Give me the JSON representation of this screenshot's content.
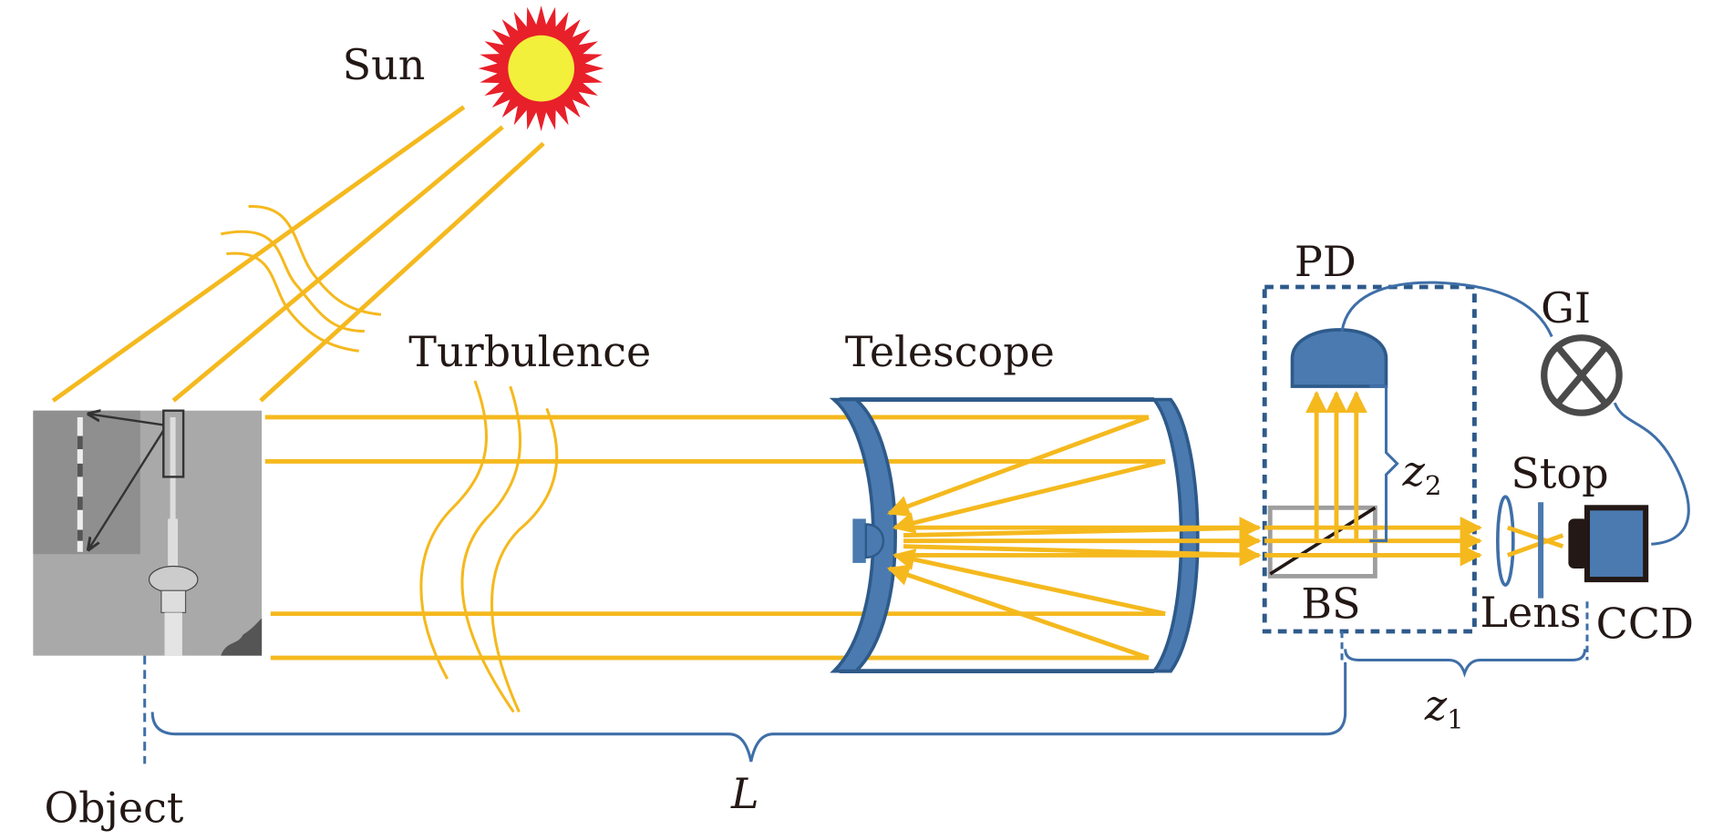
{
  "labels": {
    "sun": "Sun",
    "turbulence": "Turbulence",
    "telescope": "Telescope",
    "pd": "PD",
    "gi": "GI",
    "stop": "Stop",
    "bs": "BS",
    "lens": "Lens",
    "ccd": "CCD",
    "object": "Object",
    "z1": "z",
    "z1_sub": "1",
    "z2": "z",
    "z2_sub": "2",
    "L": "L"
  },
  "colors": {
    "beam": "#F5B91E",
    "optics_blue": "#4A7AB0",
    "optics_outline": "#2E5A8A",
    "sun_outer": "#E8202A",
    "sun_inner": "#F2F03A",
    "bs_frame": "#9E9E9E",
    "gi_symbol": "#4A4A4A",
    "ccd_frame": "#231815"
  }
}
